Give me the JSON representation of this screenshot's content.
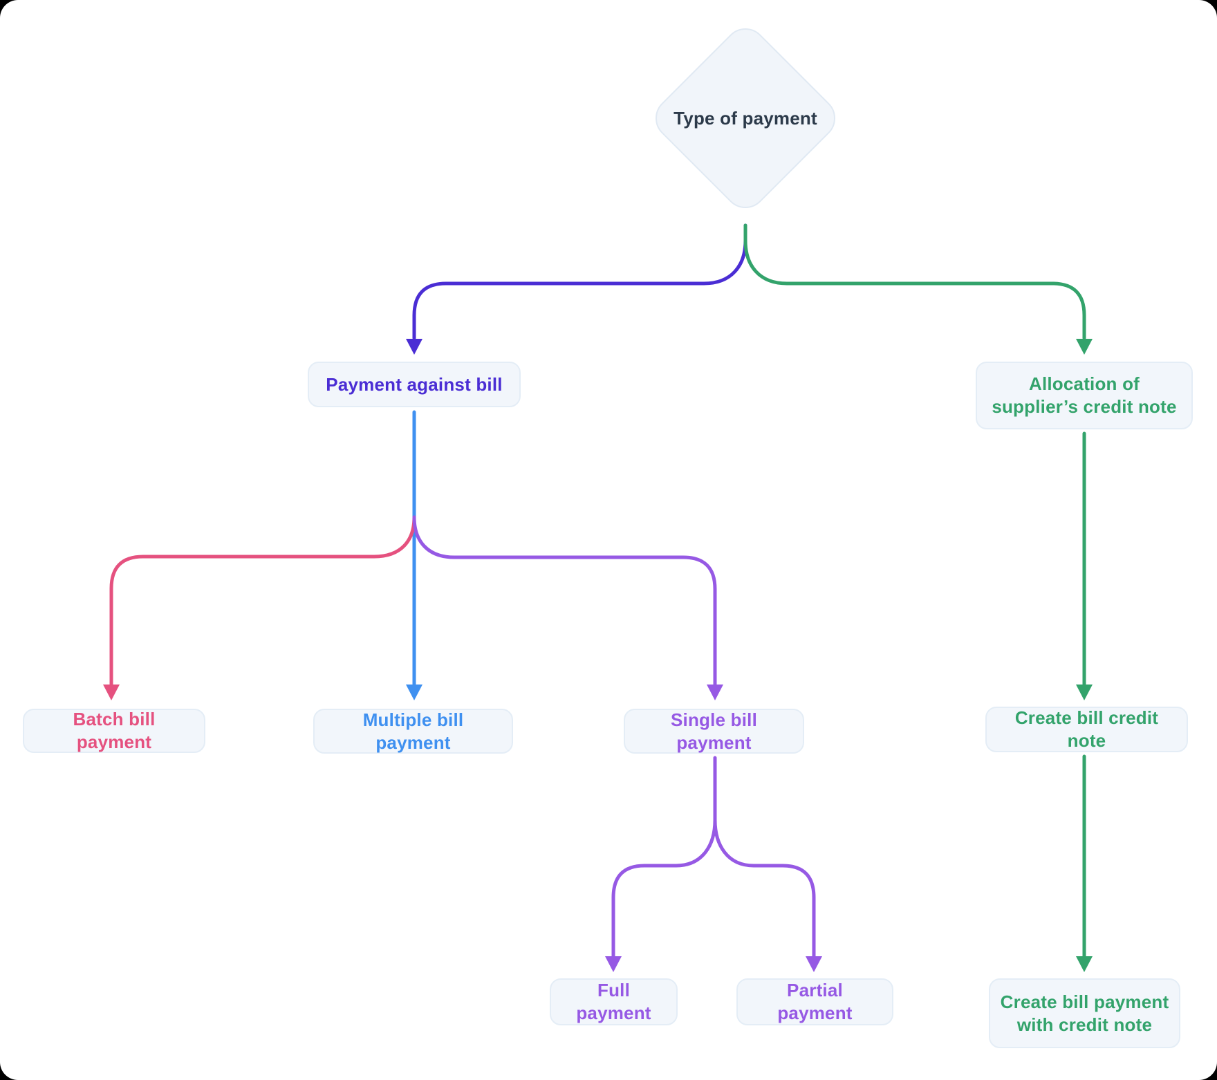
{
  "colors": {
    "indigo": "#4a2dd4",
    "green": "#33a36b",
    "blue": "#3f90f0",
    "pink": "#e5517f",
    "purple": "#9659e4",
    "navy": "#2c3a4a",
    "node_bg": "#f2f6fb",
    "node_border": "#e4edf6"
  },
  "nodes": {
    "type_of_payment": {
      "label": "Type of payment"
    },
    "payment_against_bill": {
      "label": "Payment against bill"
    },
    "allocation_credit_note": {
      "label": "Allocation of supplier’s credit note"
    },
    "batch_bill_payment": {
      "label": "Batch bill payment"
    },
    "multiple_bill_payment": {
      "label": "Multiple bill payment"
    },
    "single_bill_payment": {
      "label": "Single bill payment"
    },
    "create_bill_credit_note": {
      "label": "Create bill credit note"
    },
    "full_payment": {
      "label": "Full payment"
    },
    "partial_payment": {
      "label": "Partial payment"
    },
    "create_bill_payment_credit_note": {
      "label": "Create bill payment with credit note"
    }
  }
}
